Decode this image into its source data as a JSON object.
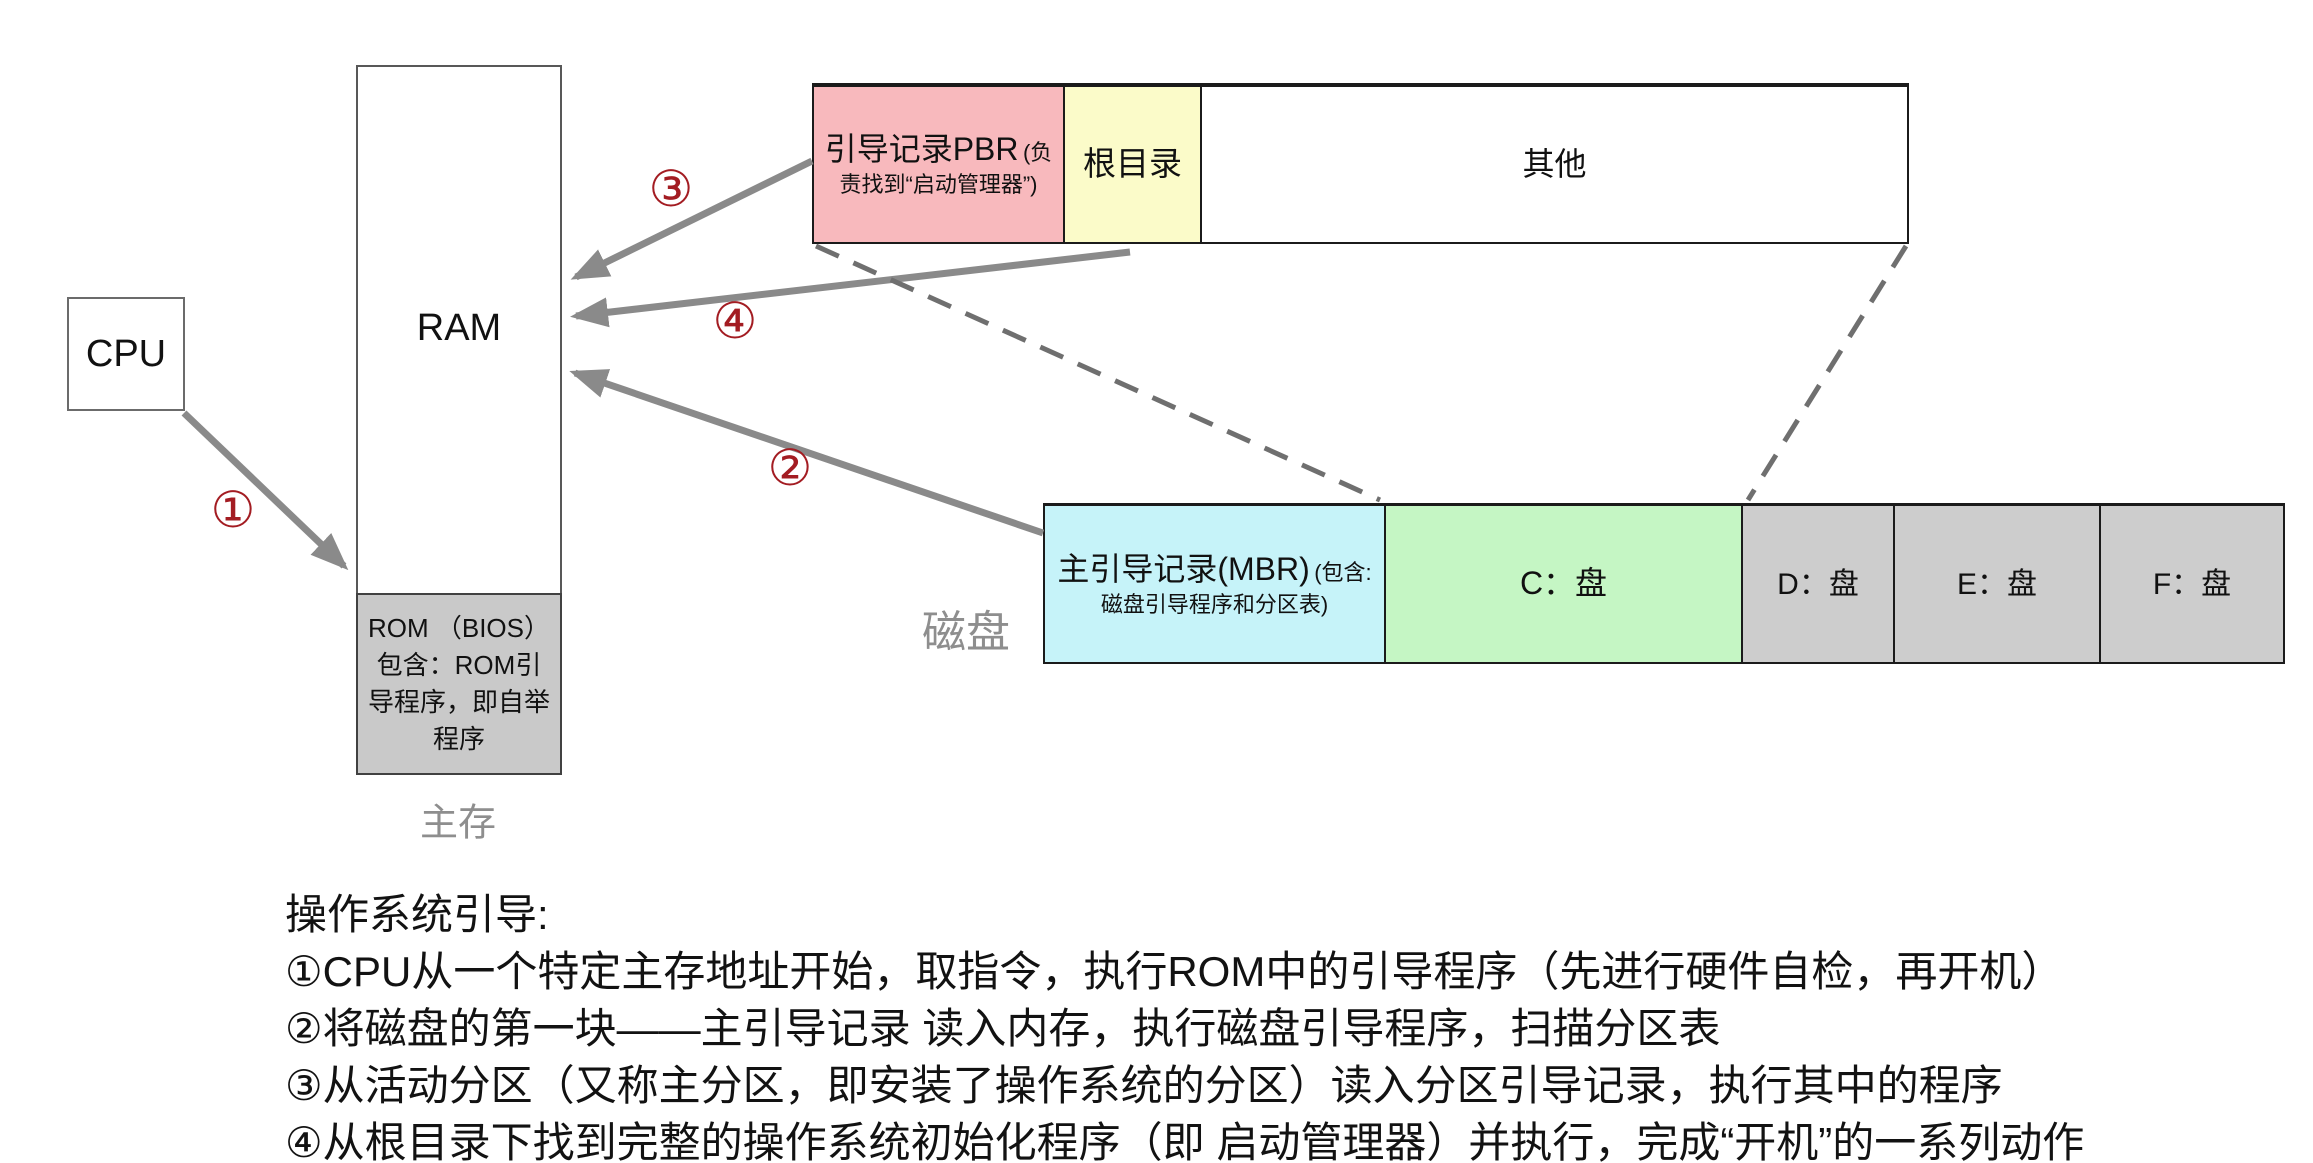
{
  "diagram": {
    "cpu": {
      "label": "CPU"
    },
    "ram": {
      "label": "RAM",
      "rom_text": "ROM （BIOS）包含：ROM引导程序，即自举程序",
      "caption": "主存"
    },
    "partition_bar": {
      "pbr_title": "引导记录PBR",
      "pbr_note": "(负责找到“启动管理器”)",
      "root_dir": "根目录",
      "other": "其他"
    },
    "disk_bar": {
      "caption": "磁盘",
      "mbr_title": "主引导记录(MBR)",
      "mbr_note": "(包含: 磁盘引导程序和分区表)",
      "drives": [
        "C：盘",
        "D：盘",
        "E：盘",
        "F：盘"
      ]
    },
    "steps": [
      "①",
      "②",
      "③",
      "④"
    ]
  },
  "notes": {
    "title": "操作系统引导:",
    "lines": [
      "①CPU从一个特定主存地址开始，取指令，执行ROM中的引导程序（先进行硬件自检，再开机）",
      "②将磁盘的第一块——主引导记录 读入内存，执行磁盘引导程序，扫描分区表",
      "③从活动分区（又称主分区，即安装了操作系统的分区）读入分区引导记录，执行其中的程序",
      "④从根目录下找到完整的操作系统初始化程序（即 启动管理器）并执行，完成“开机”的一系列动作"
    ]
  },
  "colors": {
    "pbr_pink": "#f8b9bd",
    "root_yellow": "#fbfbc9",
    "mbr_cyan": "#c6f3f9",
    "c_green": "#c5f6c4",
    "partition_gray": "#cdcdcd",
    "rom_gray": "#c9c9c9",
    "arrow_gray": "#8a8a8a",
    "step_red": "#a31c22",
    "caption_gray": "#8e8e8e"
  }
}
